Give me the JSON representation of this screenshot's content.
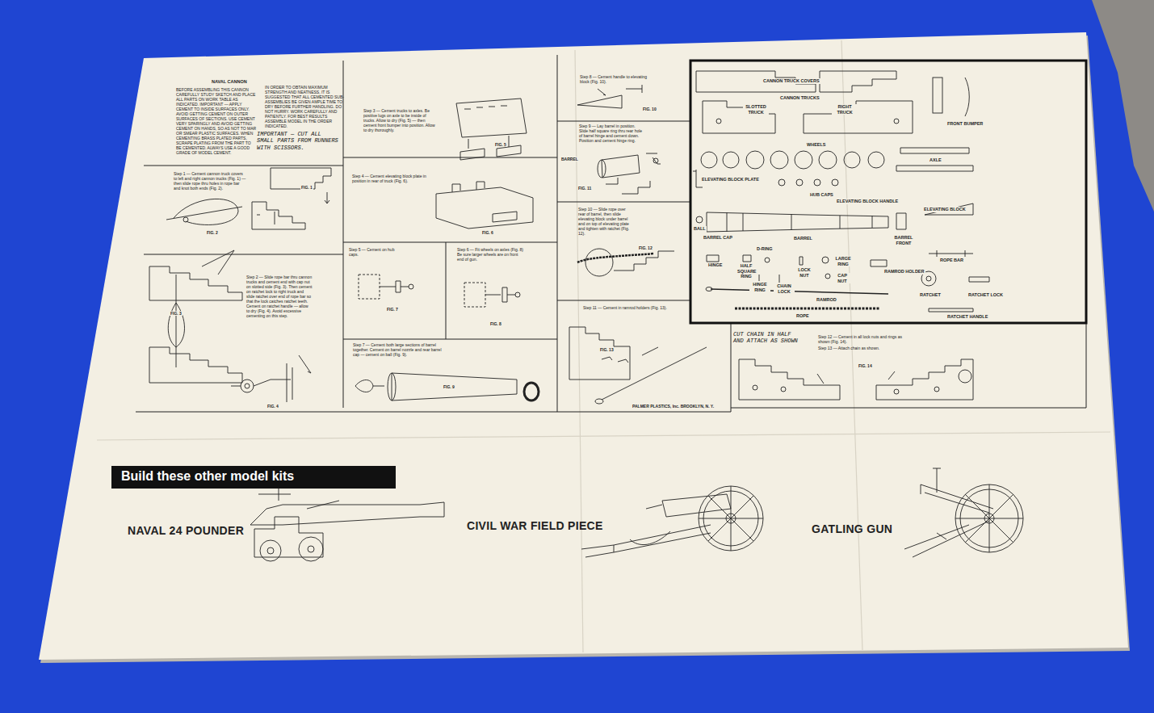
{
  "diagram": {
    "title": "NAVAL CANNON",
    "nodes": [
      {
        "text": [
          "Build these other model kits"
        ]
      }
    ],
    "labels": [
      "BEFORE ASSEMBLING THIS CANNON CAREFULLY STUDY SKETCH AND PLACE ALL PARTS ON WORK TABLE AS INDICATED. IMPORTANT — APPLY CEMENT TO INSIDE SURFACES ONLY. AVOID GETTING CEMENT ON OUTER SURFACES OF SECTIONS. USE CEMENT VERY SPARINGLY AND AVOID GETTING CEMENT ON HANDS, SO AS NOT TO MAR OR SMEAR PLASTIC SURFACES. WHEN CEMENTING BRASS PLATED PARTS, SCRAPE PLATING FROM THE PART TO BE CEMENTED. ALWAYS USE A GOOD GRADE OF MODEL CEMENT.",
      "IN ORDER TO OBTAIN MAXIMUM STRENGTH AND NEATNESS, IT IS SUGGESTED THAT ALL CEMENTED SUB-ASSEMBLIES BE GIVEN AMPLE TIME TO DRY BEFORE FURTHER HANDLING. DO NOT HURRY. WORK CAREFULLY AND PATIENTLY. FOR BEST RESULTS ASSEMBLE MODEL IN THE ORDER INDICATED.",
      "IMPORTANT — CUT ALL SMALL PARTS FROM RUNNERS WITH SCISSORS.",
      "Step 1 — Cement cannon truck covers to left and right cannon trucks (Fig. 1) — then slide rope thru holes in rope bar and knot both ends (Fig. 2).",
      "Step 2 — Slide rope bar thru cannon trucks and cement end with cap nut on slotted side (Fig. 3). Then cement on ratchet lock to right truck and slide ratchet over end of rope bar so that the lock catches ratchet teeth. Cement on ratchet handle — allow to dry (Fig. 4). Avoid excessive cementing on this step.",
      "Step 3 — Cement trucks to axles. Be positive lugs on axle to be inside of trucks. Allow to dry (Fig. 5) — then cement front bumper into position. Allow to dry thoroughly.",
      "Step 4 — Cement elevating block plate in position in rear of truck (Fig. 6).",
      "Step 5 — Cement on hub caps.",
      "Step 6 — Fit wheels on axles (Fig. 8) Be sure larger wheels are on front end of gun.",
      "Step 7 — Cement both large sections of barrel together. Cement on barrel nozzle and rear barrel cap — cement on ball (Fig. 9).",
      "Step 8 — Cement handle to elevating block (Fig. 10).",
      "Step 9 — Lay barrel in position. Slide half square ring thru rear hole of barrel hinge and cement down. Position and cement hinge ring.",
      "Step 10 — Slide rope over rear of barrel, then slide elevating block under barrel and on top of elevating plate and tighten with ratchet (Fig. 12).",
      "Step 11 — Cement in ramrod holders (Fig. 13).",
      "Step 12 — Cement in all lock nuts and rings as shown (Fig. 14).",
      "Step 13 — Attach chain as shown.",
      "FIG. 1",
      "FIG. 2",
      "FIG. 3",
      "FIG. 4",
      "FIG. 5",
      "FIG. 6",
      "FIG. 7",
      "FIG. 8",
      "FIG. 9",
      "FIG. 10",
      "FIG. 11",
      "BARREL",
      "FIG. 12",
      "FIG. 13",
      "PALMER PLASTICS, Inc. BROOKLYN, N. Y.",
      "CANNON TRUCK COVERS",
      "CANNON TRUCKS",
      "SLOTTED TRUCK",
      "RIGHT TRUCK",
      "FRONT BUMPER",
      "WHEELS",
      "AXLE",
      "ELEVATING BLOCK PLATE",
      "HUB CAPS",
      "ELEVATING BLOCK HANDLE",
      "ELEVATING BLOCK",
      "BALL",
      "BARREL CAP",
      "BARREL",
      "BARREL FRONT",
      "D-RING",
      "LARGE RING",
      "HINGE",
      "HALF SQUARE RING",
      "LOCK NUT",
      "RAMROD HOLDER",
      "ROPE BAR",
      "CAP NUT",
      "HINGE RING",
      "CHAIN LOCK",
      "RATCHET",
      "RATCHET LOCK",
      "RAMROD",
      "ROPE",
      "RATCHET HANDLE",
      "CUT CHAIN IN HALF AND ATTACH AS SHOWN",
      "FIG. 14",
      "NAVAL 24 POUNDER",
      "CIVIL WAR FIELD PIECE",
      "GATLING GUN"
    ]
  }
}
